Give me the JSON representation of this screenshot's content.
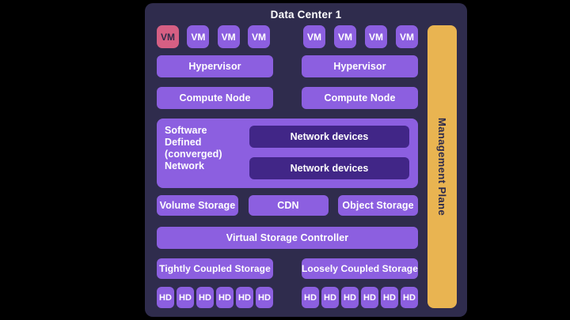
{
  "title": "Data Center 1",
  "colors": {
    "page_background": "#000000",
    "panel": "#2f2c4d",
    "box_purple": "#8c5fe0",
    "box_dark_purple": "#412687",
    "vm_highlight_pink": "#d55f83",
    "management_yellow": "#e9b451",
    "label_text": "#ffffff",
    "dark_text": "#2e2b4b"
  },
  "compute_clusters": [
    {
      "vms": [
        {
          "label": "VM",
          "highlighted": true
        },
        {
          "label": "VM",
          "highlighted": false
        },
        {
          "label": "VM",
          "highlighted": false
        },
        {
          "label": "VM",
          "highlighted": false
        }
      ],
      "hypervisor": "Hypervisor",
      "compute_node": "Compute Node"
    },
    {
      "vms": [
        {
          "label": "VM",
          "highlighted": false
        },
        {
          "label": "VM",
          "highlighted": false
        },
        {
          "label": "VM",
          "highlighted": false
        },
        {
          "label": "VM",
          "highlighted": false
        }
      ],
      "hypervisor": "Hypervisor",
      "compute_node": "Compute Node"
    }
  ],
  "sdn": {
    "label_lines": [
      "Software",
      "Defined",
      "(converged)",
      "Network"
    ],
    "devices": [
      "Network devices",
      "Network devices"
    ]
  },
  "storage_services": [
    "Volume Storage",
    "CDN",
    "Object Storage"
  ],
  "virtual_storage_controller": "Virtual Storage Controller",
  "coupled_storage": [
    "Tightly Coupled Storage",
    "Loosely Coupled Storage"
  ],
  "hd_clusters": [
    [
      "HD",
      "HD",
      "HD",
      "HD",
      "HD",
      "HD"
    ],
    [
      "HD",
      "HD",
      "HD",
      "HD",
      "HD",
      "HD"
    ]
  ],
  "management_plane": "Management Plane"
}
